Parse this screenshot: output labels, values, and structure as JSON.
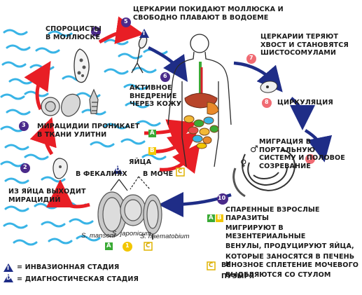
{
  "colors": {
    "red_arrow": "#e81e25",
    "blue_arrow": "#1f2d87",
    "step_purple": "#4a2a8a",
    "step_pink": "#f06b73",
    "water_blue": "#39b4e6",
    "badge_green": "#3aaa35",
    "badge_yellow": "#f2c600",
    "infective_marker": "#1f2d87",
    "diagnostic_marker": "#1f2d87"
  },
  "steps": {
    "s1": "1",
    "s2": "2",
    "s3": "3",
    "s4": "4",
    "s5": "5",
    "s6": "6",
    "s7": "7",
    "s8": "8",
    "s9": "9",
    "s10": "10"
  },
  "labels": {
    "cercariae_release_1": "ЦЕРКАРИИ ПОКИДАЮТ МОЛЛЮСКА И",
    "cercariae_release_2": "СВОБОДНО ПЛАВАЮТ В ВОДОЕМЕ",
    "sporocysts_1": "СПОРОЦИСТЫ",
    "sporocysts_2": "В МОЛЛЮСКЕ",
    "penetration_1": "АКТИВНОЕ",
    "penetration_2": "ВНЕДРЕНИЕ",
    "penetration_3": "ЧЕРЕЗ КОЖУ",
    "lose_tail_1": "ЦЕРКАРИИ ТЕРЯЮТ",
    "lose_tail_2": "ХВОСТ И СТАНОВЯТСЯ",
    "lose_tail_3": "ШИСТОСОМУЛАМИ",
    "circulation": "ЦИРКУЛЯЦИЯ",
    "miracidia_penetrate_1": "МИРАЦИДИИ ПРОНИКАЕТ",
    "miracidia_penetrate_2": "В ТКАНИ УЛИТНИ",
    "migration_1": "МИГРАЦИЯ В ПОРТАЛЬНУЮ",
    "migration_2": "СИСТЕМУ И ПОЛОВОЕ",
    "migration_3": "СОЗРЕВАНИЕ",
    "eggs": "ЯЙЦА",
    "in_feces": "В ФЕКАЛИЯХ",
    "in_urine": "В МОЧЕ",
    "hatch_1": "ИЗ ЯЙЦА ВЫХОДИТ",
    "hatch_2": "МИРАЦИДИЙ",
    "adults_1": "СПАРЕННЫЕ ВЗРОСЛЫЕ ПАРАЗИТЫ",
    "adults_2": "МИГРИРУЮТ В МЕЗЕНТЕРИАЛЬНЫЕ",
    "adults_3": "ВЕНУЛЫ, ПРОДУЦИРУЮТ ЯЙЦА,",
    "adults_4": "КОТОРЫЕ ЗАНОСЯТСЯ В ПЕЧЕНЬ И",
    "adults_5": "ВЫДЕЛЯЮТСЯ СО СТУЛОМ",
    "plexus_1": "ВЕНОЗНОЕ СПЛЕТЕНИЕ МОЧЕВОГО",
    "plexus_2": "ПУЗЫРЯ",
    "s_mansoni": "S. mansoni",
    "s_japonicum": "S. japonicum",
    "s_haematobium": "S. haematobium",
    "legend_infective": "= ИНВАЗИОННАЯ СТАДИЯ",
    "legend_diagnostic": "= ДИАГНОСТИЧЕСКАЯ СТАДИЯ"
  },
  "badges": {
    "A": "A",
    "B": "B",
    "C": "C",
    "i": "i",
    "d": "d",
    "male": "♂",
    "female": "♀"
  }
}
